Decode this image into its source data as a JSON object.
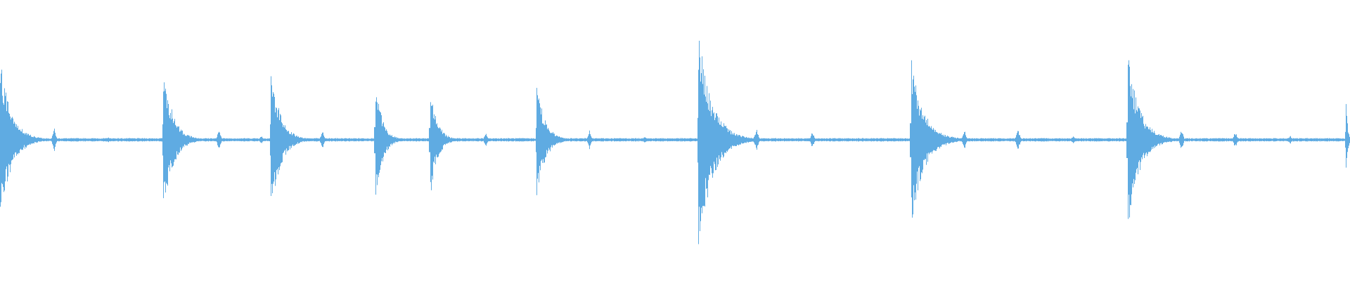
{
  "waveform": {
    "color": "#5fabe2",
    "background": "#ffffff",
    "duration_s": 25.6,
    "baseline_amplitude": 0.012,
    "transients": [
      {
        "t": 0.0,
        "peak_top": 0.59,
        "peak_bottom": 0.6,
        "decay_s": 0.65
      },
      {
        "t": 3.09,
        "peak_top": 0.55,
        "peak_bottom": 0.56,
        "decay_s": 0.55
      },
      {
        "t": 5.13,
        "peak_top": 0.55,
        "peak_bottom": 0.56,
        "decay_s": 0.55
      },
      {
        "t": 7.11,
        "peak_top": 0.45,
        "peak_bottom": 0.48,
        "decay_s": 0.4
      },
      {
        "t": 8.15,
        "peak_top": 0.42,
        "peak_bottom": 0.44,
        "decay_s": 0.4
      },
      {
        "t": 10.17,
        "peak_top": 0.42,
        "peak_bottom": 0.44,
        "decay_s": 0.48
      },
      {
        "t": 13.24,
        "peak_top": 0.78,
        "peak_bottom": 0.81,
        "decay_s": 0.8
      },
      {
        "t": 17.27,
        "peak_top": 0.59,
        "peak_bottom": 0.62,
        "decay_s": 0.75
      },
      {
        "t": 21.38,
        "peak_top": 0.62,
        "peak_bottom": 0.65,
        "decay_s": 0.7
      },
      {
        "t": 25.52,
        "peak_top": 0.28,
        "peak_bottom": 0.28,
        "decay_s": 0.1
      }
    ],
    "echoes": [
      {
        "t": 1.02,
        "level": 0.09
      },
      {
        "t": 2.05,
        "level": 0.02
      },
      {
        "t": 4.15,
        "level": 0.08
      },
      {
        "t": 4.95,
        "level": 0.03
      },
      {
        "t": 6.11,
        "level": 0.07
      },
      {
        "t": 9.21,
        "level": 0.05
      },
      {
        "t": 11.17,
        "level": 0.07
      },
      {
        "t": 12.22,
        "level": 0.03
      },
      {
        "t": 14.34,
        "level": 0.09
      },
      {
        "t": 15.4,
        "level": 0.06
      },
      {
        "t": 18.28,
        "level": 0.08
      },
      {
        "t": 19.3,
        "level": 0.08
      },
      {
        "t": 20.35,
        "level": 0.03
      },
      {
        "t": 22.4,
        "level": 0.08
      },
      {
        "t": 23.42,
        "level": 0.06
      },
      {
        "t": 24.46,
        "level": 0.03
      }
    ]
  }
}
